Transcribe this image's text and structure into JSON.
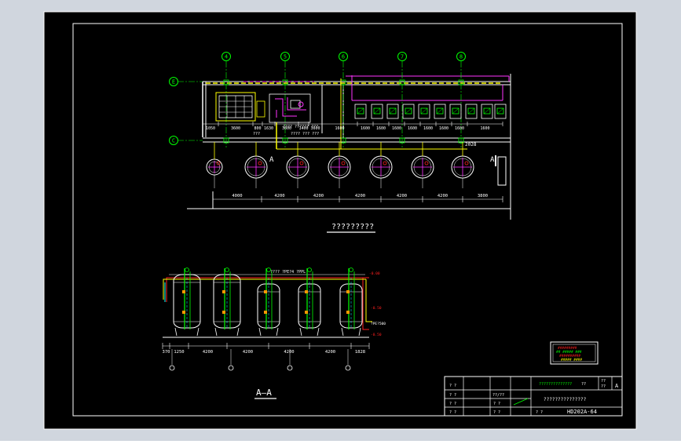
{
  "colors": {
    "app_bg": "#d0d6de",
    "sheet": "#000000",
    "frame": "#ffffff",
    "wall": "#ffffff",
    "grid": "#00ff00",
    "dims": "#ffff00",
    "pipe": "#ff00ff",
    "magenta": "#ff33ff",
    "red": "#ff2020",
    "cyan": "#00ffff",
    "orange": "#ff9900"
  },
  "plan": {
    "axis_top": [
      "4",
      "5",
      "6",
      "7",
      "8"
    ],
    "axis_left": [
      "E",
      "C"
    ],
    "dims_top": [
      "1050",
      "3600",
      "800",
      "1630",
      "3600",
      "1400",
      "3600",
      "1600",
      "1600",
      "1600",
      "1600",
      "1600",
      "1600",
      "1600",
      "1600",
      "1600"
    ],
    "dims_bottom": [
      "4000",
      "4200",
      "4200",
      "4200",
      "4200",
      "4200",
      "3800"
    ],
    "right_dim": "2028",
    "annotations": [
      "???? ?????? ???",
      "???",
      "???? ??? ???"
    ],
    "section_mark": "A",
    "title": "?????????"
  },
  "section": {
    "pipe_label": "???? ?PE?4  ?PPL",
    "dims": [
      "370",
      "1250",
      "4200",
      "4200",
      "4200",
      "4200",
      "1828"
    ],
    "note": "?PE?500",
    "elev_labels": [
      "-0.00",
      "-0.50",
      "-0.50"
    ],
    "title": "A—A"
  },
  "legend": {
    "lines": [
      "#########",
      "## ##### ###",
      "##########",
      "##### ####"
    ]
  },
  "title_block": {
    "company": "??????????????",
    "project": "???????????????",
    "drawing_no": "HD202A-64",
    "sheet_label": "??",
    "sheet_value": "??",
    "scale_label": "??",
    "phase": "A",
    "rows": [
      "? ?",
      "? ?",
      "? ?",
      "? ?"
    ],
    "review": "??/??",
    "design": "? ?"
  }
}
